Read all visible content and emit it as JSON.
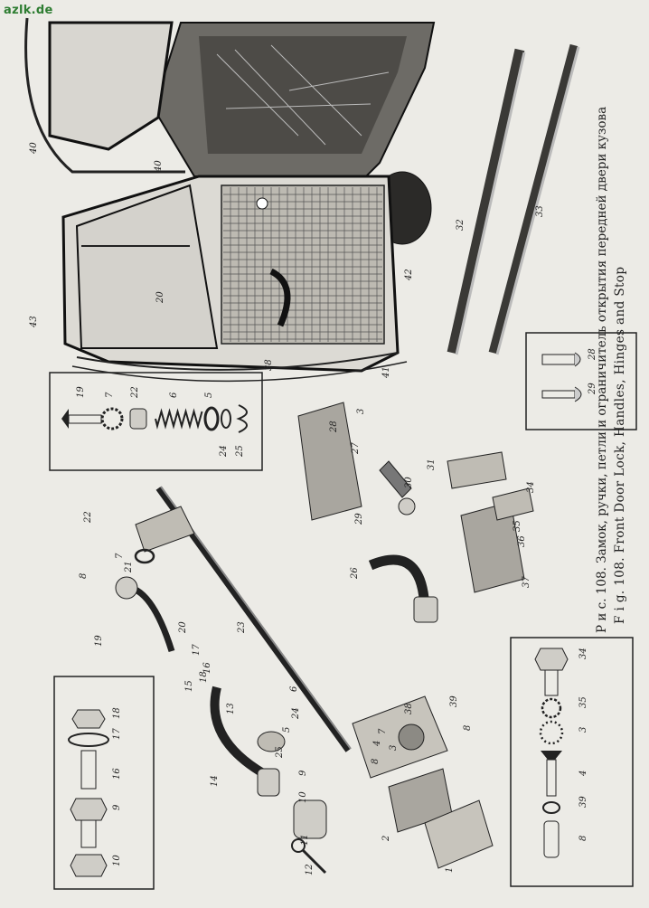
{
  "site": {
    "watermark": "azlk.de"
  },
  "caption": {
    "ru": "Р и с. 108. Замок, ручки, петли и ограничитель открытия передней двери кузова",
    "en": "F i g. 108. Front Door Lock, Handles, Hinges and Stop"
  },
  "callouts": {
    "door_section": [
      "40",
      "40",
      "43",
      "20",
      "42",
      "32",
      "33",
      "38",
      "41"
    ],
    "box_upper": [
      "19",
      "7",
      "22",
      "6",
      "5",
      "24",
      "25"
    ],
    "box_hinge_screws": [
      "28",
      "29"
    ],
    "box_lower_left": [
      "18",
      "17",
      "16",
      "9",
      "10"
    ],
    "box_lower_right": [
      "34",
      "35",
      "3",
      "4",
      "39",
      "8"
    ],
    "exploded": [
      "22",
      "7",
      "8",
      "21",
      "20",
      "19",
      "23",
      "18",
      "17",
      "16",
      "15",
      "13",
      "14",
      "24",
      "5",
      "6",
      "25",
      "9",
      "10",
      "11",
      "12",
      "26",
      "38",
      "39",
      "8",
      "4",
      "3",
      "7",
      "8",
      "2",
      "1",
      "3",
      "28",
      "27",
      "29",
      "31",
      "30",
      "36",
      "34",
      "35",
      "37"
    ]
  }
}
